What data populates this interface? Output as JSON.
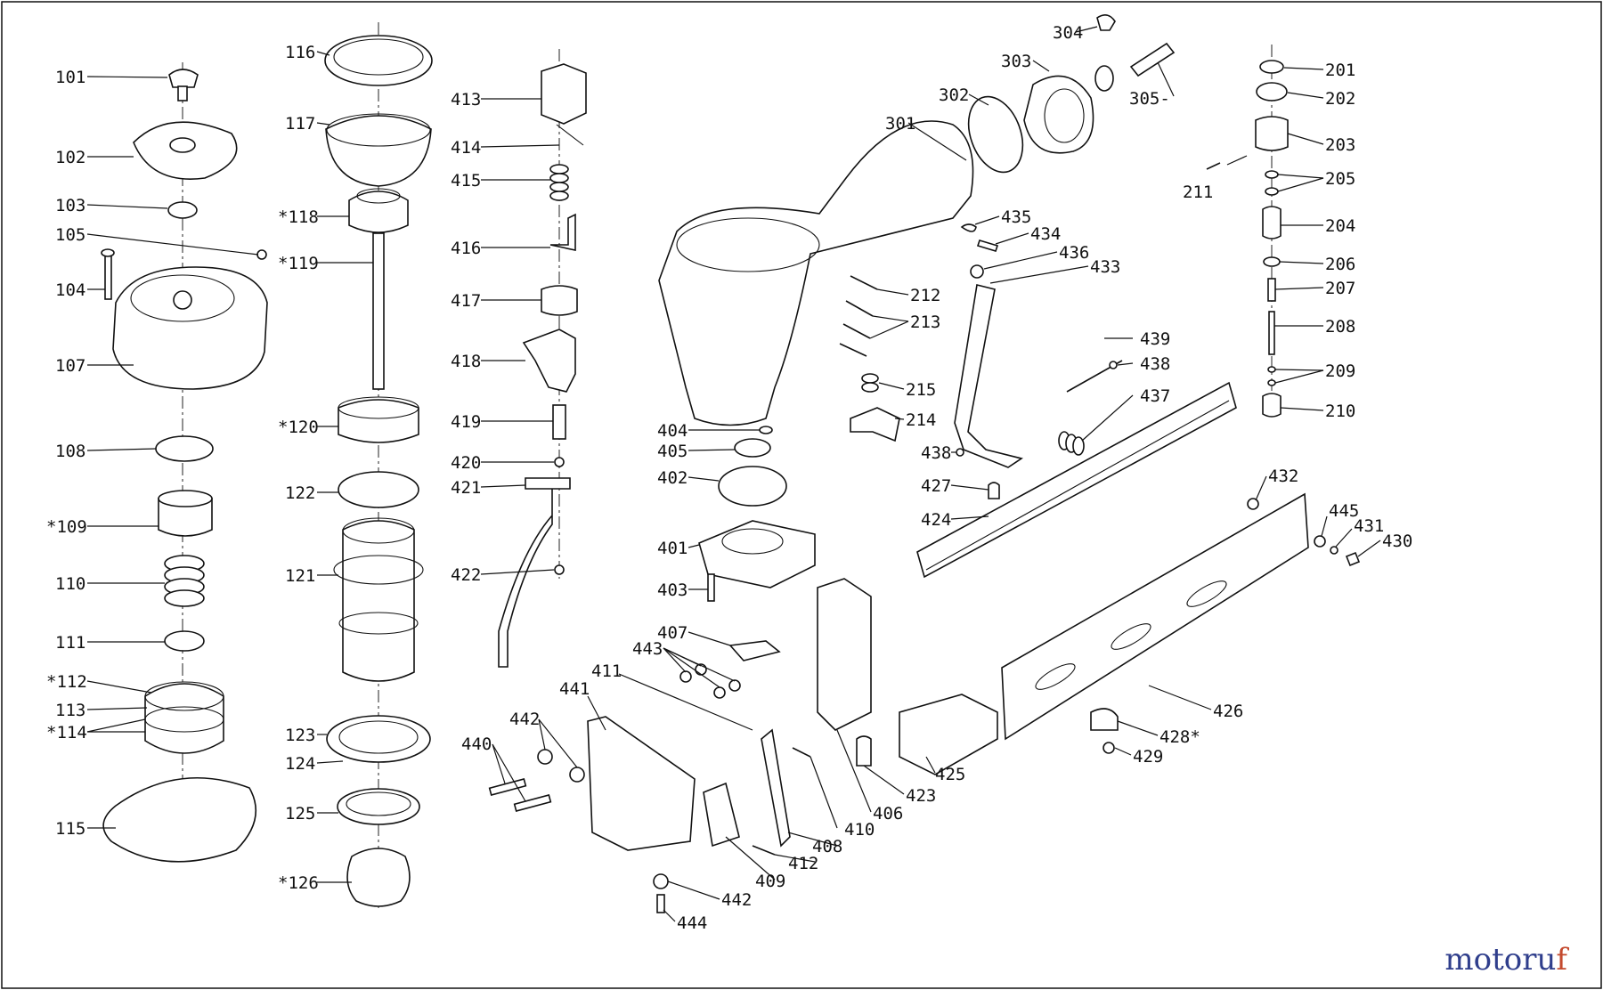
{
  "labels": [
    {
      "id": "l101",
      "text": "101"
    },
    {
      "id": "l102",
      "text": "102"
    },
    {
      "id": "l103",
      "text": "103"
    },
    {
      "id": "l105",
      "text": "105"
    },
    {
      "id": "l104",
      "text": "104"
    },
    {
      "id": "l107",
      "text": "107"
    },
    {
      "id": "l108",
      "text": "108"
    },
    {
      "id": "l109",
      "text": "*109"
    },
    {
      "id": "l110",
      "text": "110"
    },
    {
      "id": "l111",
      "text": "111"
    },
    {
      "id": "l112",
      "text": "*112"
    },
    {
      "id": "l113",
      "text": "113"
    },
    {
      "id": "l114",
      "text": "*114"
    },
    {
      "id": "l115",
      "text": "115"
    },
    {
      "id": "l116",
      "text": "116"
    },
    {
      "id": "l117",
      "text": "117"
    },
    {
      "id": "l118",
      "text": "*118"
    },
    {
      "id": "l119",
      "text": "*119"
    },
    {
      "id": "l120",
      "text": "*120"
    },
    {
      "id": "l122",
      "text": "122"
    },
    {
      "id": "l121",
      "text": "121"
    },
    {
      "id": "l123",
      "text": "123"
    },
    {
      "id": "l124",
      "text": "124"
    },
    {
      "id": "l125",
      "text": "125"
    },
    {
      "id": "l126",
      "text": "*126"
    },
    {
      "id": "l413",
      "text": "413"
    },
    {
      "id": "l414",
      "text": "414"
    },
    {
      "id": "l415",
      "text": "415"
    },
    {
      "id": "l416",
      "text": "416"
    },
    {
      "id": "l417",
      "text": "417"
    },
    {
      "id": "l418",
      "text": "418"
    },
    {
      "id": "l419",
      "text": "419"
    },
    {
      "id": "l420",
      "text": "420"
    },
    {
      "id": "l421",
      "text": "421"
    },
    {
      "id": "l422",
      "text": "422"
    },
    {
      "id": "l301",
      "text": "301"
    },
    {
      "id": "l302",
      "text": "302"
    },
    {
      "id": "l303",
      "text": "303"
    },
    {
      "id": "l304",
      "text": "304"
    },
    {
      "id": "l305",
      "text": "305-"
    },
    {
      "id": "l201",
      "text": "201"
    },
    {
      "id": "l202",
      "text": "202"
    },
    {
      "id": "l203",
      "text": "203"
    },
    {
      "id": "l211",
      "text": "211"
    },
    {
      "id": "l205",
      "text": "205"
    },
    {
      "id": "l204",
      "text": "204"
    },
    {
      "id": "l206",
      "text": "206"
    },
    {
      "id": "l207",
      "text": "207"
    },
    {
      "id": "l208",
      "text": "208"
    },
    {
      "id": "l209",
      "text": "209"
    },
    {
      "id": "l210",
      "text": "210"
    },
    {
      "id": "l435",
      "text": "435"
    },
    {
      "id": "l434",
      "text": "434"
    },
    {
      "id": "l436",
      "text": "436"
    },
    {
      "id": "l433",
      "text": "433"
    },
    {
      "id": "l212",
      "text": "212"
    },
    {
      "id": "l213",
      "text": "213"
    },
    {
      "id": "l215",
      "text": "215"
    },
    {
      "id": "l214",
      "text": "214"
    },
    {
      "id": "l439",
      "text": "439"
    },
    {
      "id": "l438a",
      "text": "438"
    },
    {
      "id": "l437",
      "text": "437"
    },
    {
      "id": "l438b",
      "text": "438"
    },
    {
      "id": "l427",
      "text": "427"
    },
    {
      "id": "l424",
      "text": "424"
    },
    {
      "id": "l432",
      "text": "432"
    },
    {
      "id": "l445",
      "text": "445"
    },
    {
      "id": "l431",
      "text": "431"
    },
    {
      "id": "l430",
      "text": "430"
    },
    {
      "id": "l404",
      "text": "404"
    },
    {
      "id": "l405",
      "text": "405"
    },
    {
      "id": "l402",
      "text": "402"
    },
    {
      "id": "l401",
      "text": "401"
    },
    {
      "id": "l403",
      "text": "403"
    },
    {
      "id": "l407",
      "text": "407"
    },
    {
      "id": "l443",
      "text": "443"
    },
    {
      "id": "l411",
      "text": "411"
    },
    {
      "id": "l441",
      "text": "441"
    },
    {
      "id": "l442a",
      "text": "442"
    },
    {
      "id": "l440",
      "text": "440"
    },
    {
      "id": "l442b",
      "text": "442"
    },
    {
      "id": "l444",
      "text": "444"
    },
    {
      "id": "l409",
      "text": "409"
    },
    {
      "id": "l412",
      "text": "412"
    },
    {
      "id": "l408",
      "text": "408"
    },
    {
      "id": "l410",
      "text": "410"
    },
    {
      "id": "l406",
      "text": "406"
    },
    {
      "id": "l423",
      "text": "423"
    },
    {
      "id": "l425",
      "text": "425"
    },
    {
      "id": "l429",
      "text": "429"
    },
    {
      "id": "l428",
      "text": "428*"
    },
    {
      "id": "l426",
      "text": "426"
    }
  ],
  "watermark": {
    "part1": "motoru",
    "part2": "f"
  }
}
